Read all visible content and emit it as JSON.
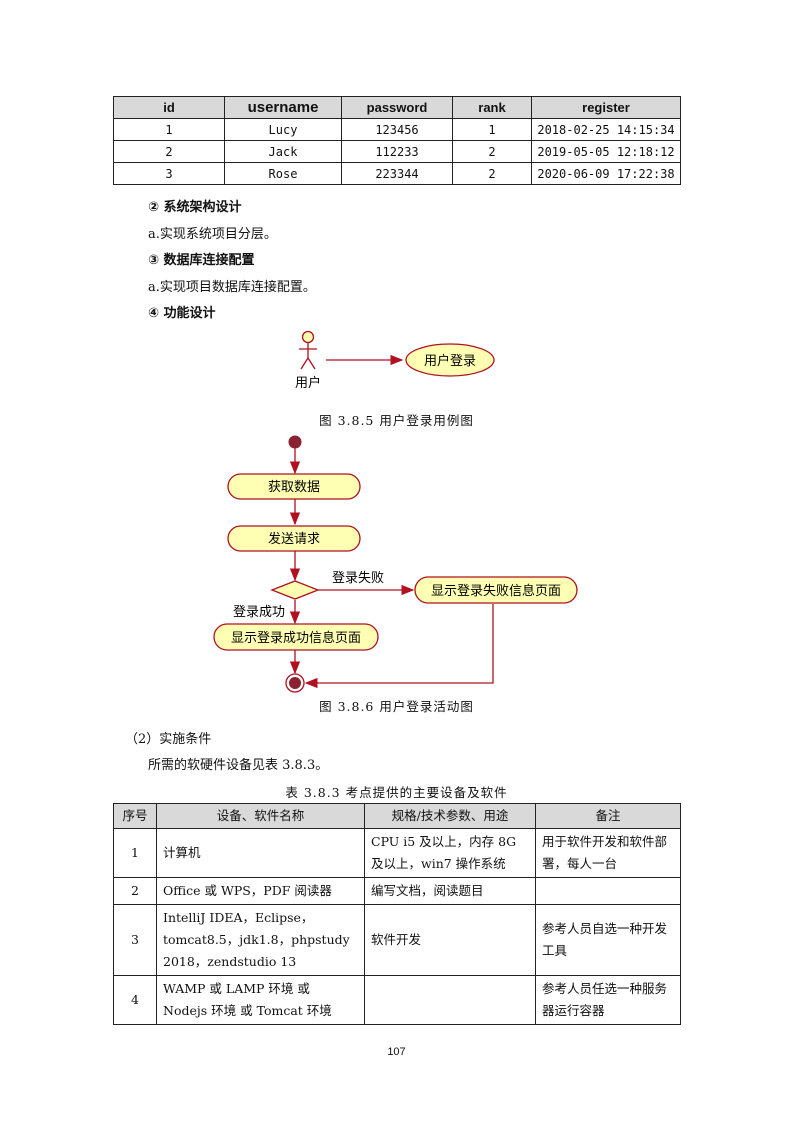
{
  "user_table": {
    "headers": [
      "id",
      "username",
      "password",
      "rank",
      "register"
    ],
    "rows": [
      [
        "1",
        "Lucy",
        "123456",
        "1",
        "2018-02-25 14:15:34"
      ],
      [
        "2",
        "Jack",
        "112233",
        "2",
        "2019-05-05 12:18:12"
      ],
      [
        "3",
        "Rose",
        "223344",
        "2",
        "2020-06-09 17:22:38"
      ]
    ]
  },
  "sections": {
    "s2_title": "② 系统架构设计",
    "s2_text": "a.实现系统项目分层。",
    "s3_title": "③ 数据库连接配置",
    "s3_text": "a.实现项目数据库连接配置。",
    "s4_title": "④ 功能设计"
  },
  "usecase": {
    "actor": "用户",
    "case": "用户登录",
    "caption": "图 3.8.5  用户登录用例图"
  },
  "activity": {
    "step1": "获取数据",
    "step2": "发送请求",
    "fail_label": "登录失败",
    "fail_page": "显示登录失败信息页面",
    "success_label": "登录成功",
    "success_page": "显示登录成功信息页面",
    "caption": "图 3.8.6  用户登录活动图"
  },
  "conditions": {
    "title": "（2）实施条件",
    "text": "所需的软硬件设备见表 3.8.3。"
  },
  "equip_table": {
    "caption": "表 3.8.3  考点提供的主要设备及软件",
    "headers": [
      "序号",
      "设备、软件名称",
      "规格/技术参数、用途",
      "备注"
    ],
    "rows": [
      [
        "1",
        "计算机",
        "CPU i5 及以上，内存 8G 及以上，win7 操作系统",
        "用于软件开发和软件部署，每人一台"
      ],
      [
        "2",
        "Office 或 WPS，PDF 阅读器",
        "编写文档，阅读题目",
        ""
      ],
      [
        "3",
        "IntelliJ IDEA，Eclipse，tomcat8.5，jdk1.8，phpstudy 2018，zendstudio 13",
        "软件开发",
        "参考人员自选一种开发工具"
      ],
      [
        "4",
        "WAMP 或 LAMP 环境 或 Nodejs 环境 或 Tomcat 环境",
        "",
        "参考人员任选一种服务器运行容器"
      ]
    ]
  },
  "page_number": "107",
  "colors": {
    "node_fill": "#ffffb3",
    "node_stroke": "#b01020",
    "header_fill": "#d9d9d9"
  }
}
